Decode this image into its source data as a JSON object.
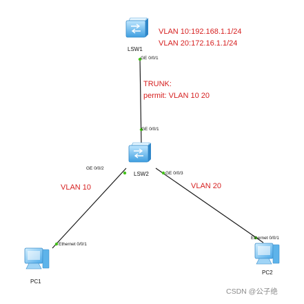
{
  "devices": {
    "lsw1": {
      "label": "LSW1",
      "icon": "switch-icon"
    },
    "lsw2": {
      "label": "LSW2",
      "icon": "switch-icon"
    },
    "pc1": {
      "label": "PC1",
      "icon": "pc-icon"
    },
    "pc2": {
      "label": "PC2",
      "icon": "pc-icon"
    }
  },
  "lsw1_config": {
    "line1": "VLAN 10:192.168.1.1/24",
    "line2": "VLAN 20:172.16.1.1/24"
  },
  "trunk": {
    "title": "TRUNK:",
    "permit": "permit: VLAN 10 20"
  },
  "ports": {
    "lsw1_ge001": "GE 0/0/1",
    "lsw2_ge001": "GE 0/0/1",
    "lsw2_ge002": "GE 0/0/2",
    "lsw2_ge003": "GE 0/0/3",
    "pc1_eth": "Ethernet 0/0/1",
    "pc2_eth": "Ethernet 0/0/1"
  },
  "vlans": {
    "left": "VLAN 10",
    "right": "VLAN 20"
  },
  "watermark": "CSDN @公子绝",
  "colors": {
    "link": "#1a1a1a",
    "port_dot": "#44c21a",
    "annotation": "#d62020",
    "device_blue": "#4aa8e8"
  }
}
